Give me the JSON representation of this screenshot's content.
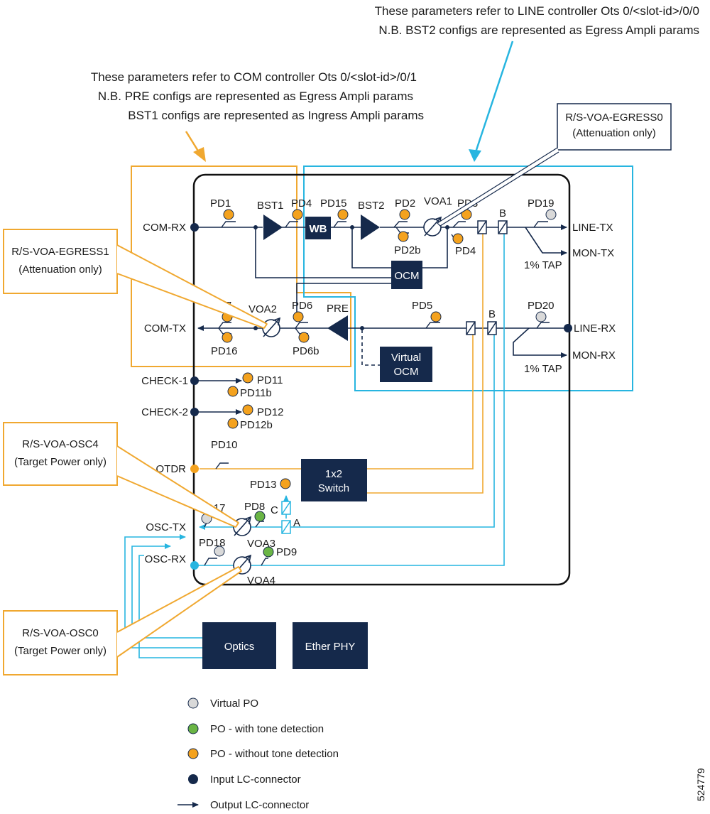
{
  "notes": {
    "line_1": "These parameters refer to LINE controller Ots 0/<slot-id>/0/0",
    "line_2": "N.B. BST2 configs are represented as Egress Ampli params",
    "com_1": "These parameters refer to COM controller Ots 0/<slot-id>/0/1",
    "com_2": "N.B. PRE configs are represented as Egress Ampli params",
    "com_3": "BST1 configs are represented as Ingress Ampli params"
  },
  "callouts": {
    "egress0_1": "R/S-VOA-EGRESS0",
    "egress0_2": "(Attenuation only)",
    "egress1_1": "R/S-VOA-EGRESS1",
    "egress1_2": "(Attenuation only)",
    "osc4_1": "R/S-VOA-OSC4",
    "osc4_2": "(Target Power only)",
    "osc0_1": "R/S-VOA-OSC0",
    "osc0_2": "(Target Power only)"
  },
  "ports": {
    "com_rx": "COM-RX",
    "com_tx": "COM-TX",
    "check_1": "CHECK-1",
    "check_2": "CHECK-2",
    "otdr": "OTDR",
    "osc_tx": "OSC-TX",
    "osc_rx": "OSC-RX",
    "line_tx": "LINE-TX",
    "mon_tx": "MON-TX",
    "line_rx": "LINE-RX",
    "mon_rx": "MON-RX",
    "tap_tx": "1% TAP",
    "tap_rx": "1% TAP"
  },
  "components": {
    "bst1": "BST1",
    "bst2": "BST2",
    "pre": "PRE",
    "voa1": "VOA1",
    "voa2": "VOA2",
    "voa3": "VOA3",
    "voa4": "VOA4",
    "b_top": "B",
    "b_bottom": "B",
    "a": "A",
    "c": "C"
  },
  "blocks": {
    "wb": "WB",
    "ocm": "OCM",
    "virtual_ocm_1": "Virtual",
    "virtual_ocm_2": "OCM",
    "switch_1": "1x2",
    "switch_2": "Switch",
    "optics": "Optics",
    "ether_phy": "Ether PHY"
  },
  "photodiodes": {
    "pd1": "PD1",
    "pd2": "PD2",
    "pd2b": "PD2b",
    "pd3": "PD3",
    "pd4a": "PD4",
    "pd4b": "PD4",
    "pd5": "PD5",
    "pd6": "PD6",
    "pd6b": "PD6b",
    "pd7": "PD7",
    "pd8": "PD8",
    "pd9": "PD9",
    "pd10": "PD10",
    "pd11": "PD11",
    "pd11b": "PD11b",
    "pd12": "PD12",
    "pd12b": "PD12b",
    "pd13": "PD13",
    "pd15": "PD15",
    "pd16": "PD16",
    "pd17": "PD17",
    "pd18": "PD18",
    "pd19": "PD19",
    "pd20": "PD20"
  },
  "legend": {
    "virtual_po": "Virtual PO",
    "po_tone": "PO - with tone detection",
    "po_no_tone": "PO - without tone detection",
    "input_lc": "Input LC-connector",
    "output_lc": "Output LC-connector"
  },
  "figure_id": "524779",
  "colors": {
    "navy": "#15294b",
    "orange": "#f0a830",
    "pd_orange": "#f4a21e",
    "cyan": "#27b5e0",
    "green": "#6ab545",
    "grey": "#d9d9d9"
  }
}
